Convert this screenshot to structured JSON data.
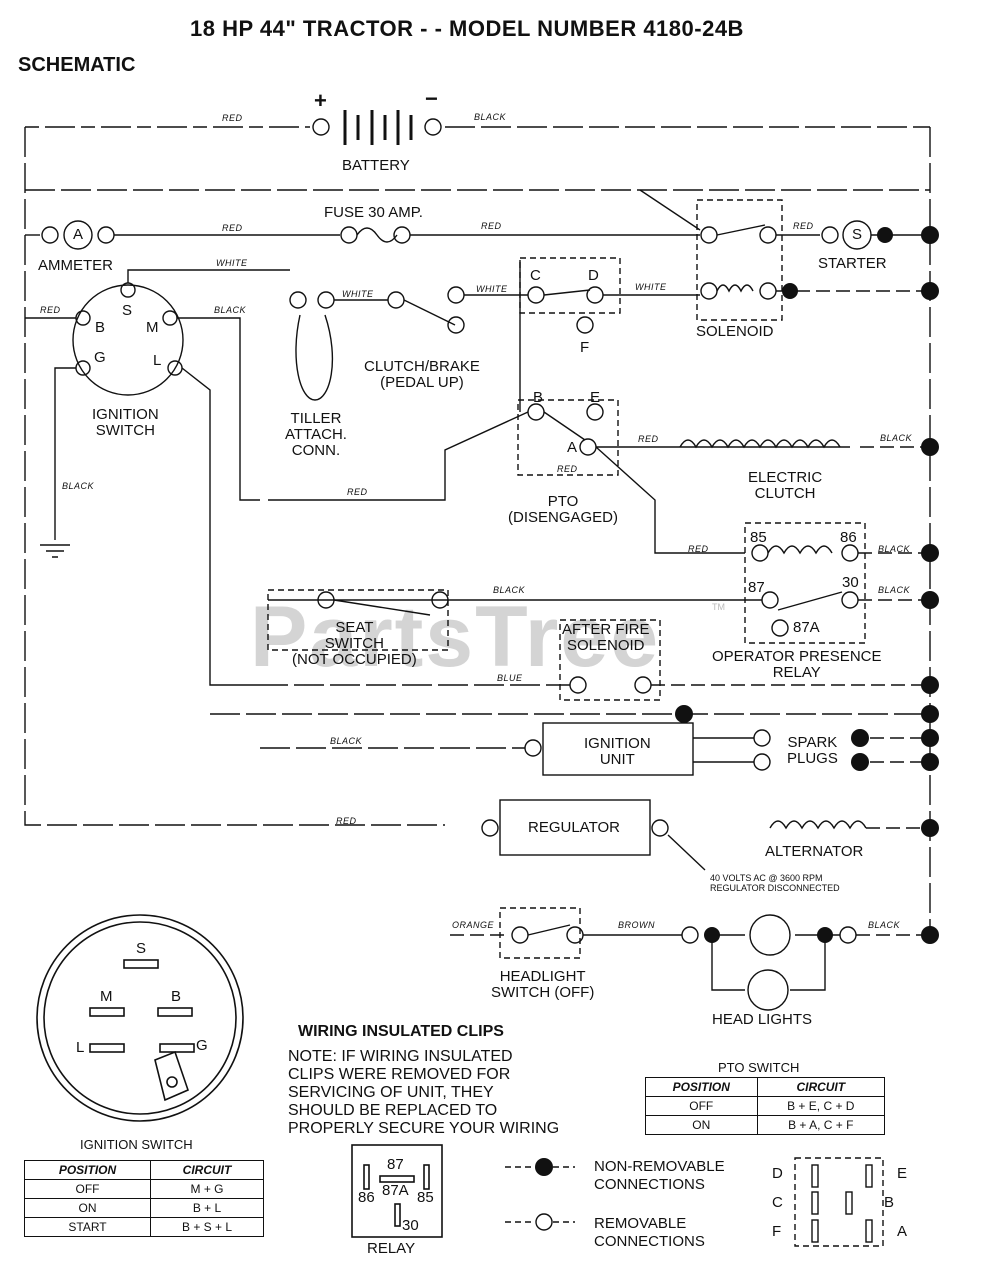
{
  "title": "18 HP 44\" TRACTOR - - MODEL NUMBER 4180-24B",
  "section": "SCHEMATIC",
  "watermark": "PartsTree",
  "trademark": "TM",
  "components": {
    "battery": "BATTERY",
    "battery_plus": "+",
    "battery_minus": "−",
    "fuse": "FUSE 30 AMP.",
    "ammeter": "AMMETER",
    "ammeter_symbol": "A",
    "starter": "STARTER",
    "starter_symbol": "S",
    "solenoid": "SOLENOID",
    "clutch_brake": "CLUTCH/BRAKE\n(PEDAL UP)",
    "tiller": "TILLER\nATTACH.\nCONN.",
    "ignition_switch": "IGNITION\nSWITCH",
    "pto": "PTO\n(DISENGAGED)",
    "electric_clutch": "ELECTRIC\nCLUTCH",
    "seat_switch": "SEAT\nSWITCH\n(NOT OCCUPIED)",
    "after_fire": "AFTER FIRE\nSOLENOID",
    "operator_relay": "OPERATOR PRESENCE\nRELAY",
    "ignition_unit": "IGNITION\nUNIT",
    "spark_plugs": "SPARK\nPLUGS",
    "regulator": "REGULATOR",
    "alternator": "ALTERNATOR",
    "alt_note": "40 VOLTS AC @ 3600 RPM\nREGULATOR DISCONNECTED",
    "headlight_switch": "HEADLIGHT\nSWITCH (OFF)",
    "head_lights": "HEAD LIGHTS"
  },
  "terminals": {
    "ign_s": "S",
    "ign_b": "B",
    "ign_m": "M",
    "ign_g": "G",
    "ign_l": "L",
    "pto_c": "C",
    "pto_d": "D",
    "pto_f": "F",
    "pto_b": "B",
    "pto_e": "E",
    "pto_a": "A",
    "relay_85": "85",
    "relay_86": "86",
    "relay_87": "87",
    "relay_30": "30",
    "relay_87a": "87A"
  },
  "wires": {
    "red": "RED",
    "black": "BLACK",
    "white": "WHITE",
    "blue": "BLUE",
    "orange": "ORANGE",
    "brown": "BROWN"
  },
  "ignition_diagram": {
    "caption": "IGNITION SWITCH",
    "s": "S",
    "m": "M",
    "b": "B",
    "l": "L",
    "g": "G"
  },
  "ignition_table": {
    "headers": [
      "POSITION",
      "CIRCUIT"
    ],
    "rows": [
      [
        "OFF",
        "M + G"
      ],
      [
        "ON",
        "B + L"
      ],
      [
        "START",
        "B + S + L"
      ]
    ]
  },
  "clips_note": {
    "heading": "WIRING INSULATED CLIPS",
    "text": "NOTE: IF WIRING INSULATED\nCLIPS WERE REMOVED FOR\nSERVICING OF UNIT, THEY\nSHOULD BE REPLACED TO\nPROPERLY SECURE YOUR WIRING"
  },
  "pto_table": {
    "caption": "PTO SWITCH",
    "headers": [
      "POSITION",
      "CIRCUIT"
    ],
    "rows": [
      [
        "OFF",
        "B + E, C + D"
      ],
      [
        "ON",
        "B + A, C + F"
      ]
    ]
  },
  "relay_diagram": {
    "caption": "RELAY",
    "t87": "87",
    "t87a": "87A",
    "t86": "86",
    "t85": "85",
    "t30": "30"
  },
  "legend": {
    "non_removable": "NON-REMOVABLE\nCONNECTIONS",
    "removable": "REMOVABLE\nCONNECTIONS"
  },
  "pto_pinout": {
    "d": "D",
    "c": "C",
    "f": "F",
    "e": "E",
    "b": "B",
    "a": "A"
  }
}
